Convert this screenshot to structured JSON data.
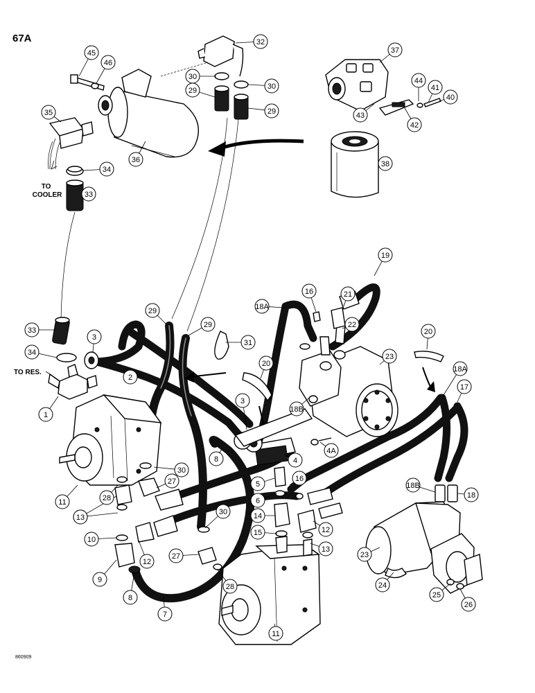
{
  "figure": {
    "id": "67A",
    "drawing_number": "860909"
  },
  "notes": {
    "to_cooler": "TO\nCOOLER",
    "to_reservoir": "TO RES."
  },
  "callouts": [
    "1",
    "2",
    "3",
    "3",
    "4",
    "4A",
    "5",
    "6",
    "7",
    "8",
    "8",
    "9",
    "10",
    "11",
    "11",
    "12",
    "12",
    "13",
    "13",
    "13",
    "14",
    "15",
    "16",
    "16",
    "17",
    "18",
    "18A",
    "18A",
    "18B",
    "18B",
    "19",
    "20",
    "20",
    "21",
    "22",
    "23",
    "23",
    "24",
    "25",
    "26",
    "27",
    "27",
    "28",
    "28",
    "29",
    "29",
    "29",
    "29",
    "30",
    "30",
    "30",
    "30",
    "31",
    "32",
    "33",
    "33",
    "34",
    "34",
    "35",
    "36",
    "37",
    "38",
    "40",
    "41",
    "42",
    "43",
    "44",
    "45",
    "46"
  ]
}
